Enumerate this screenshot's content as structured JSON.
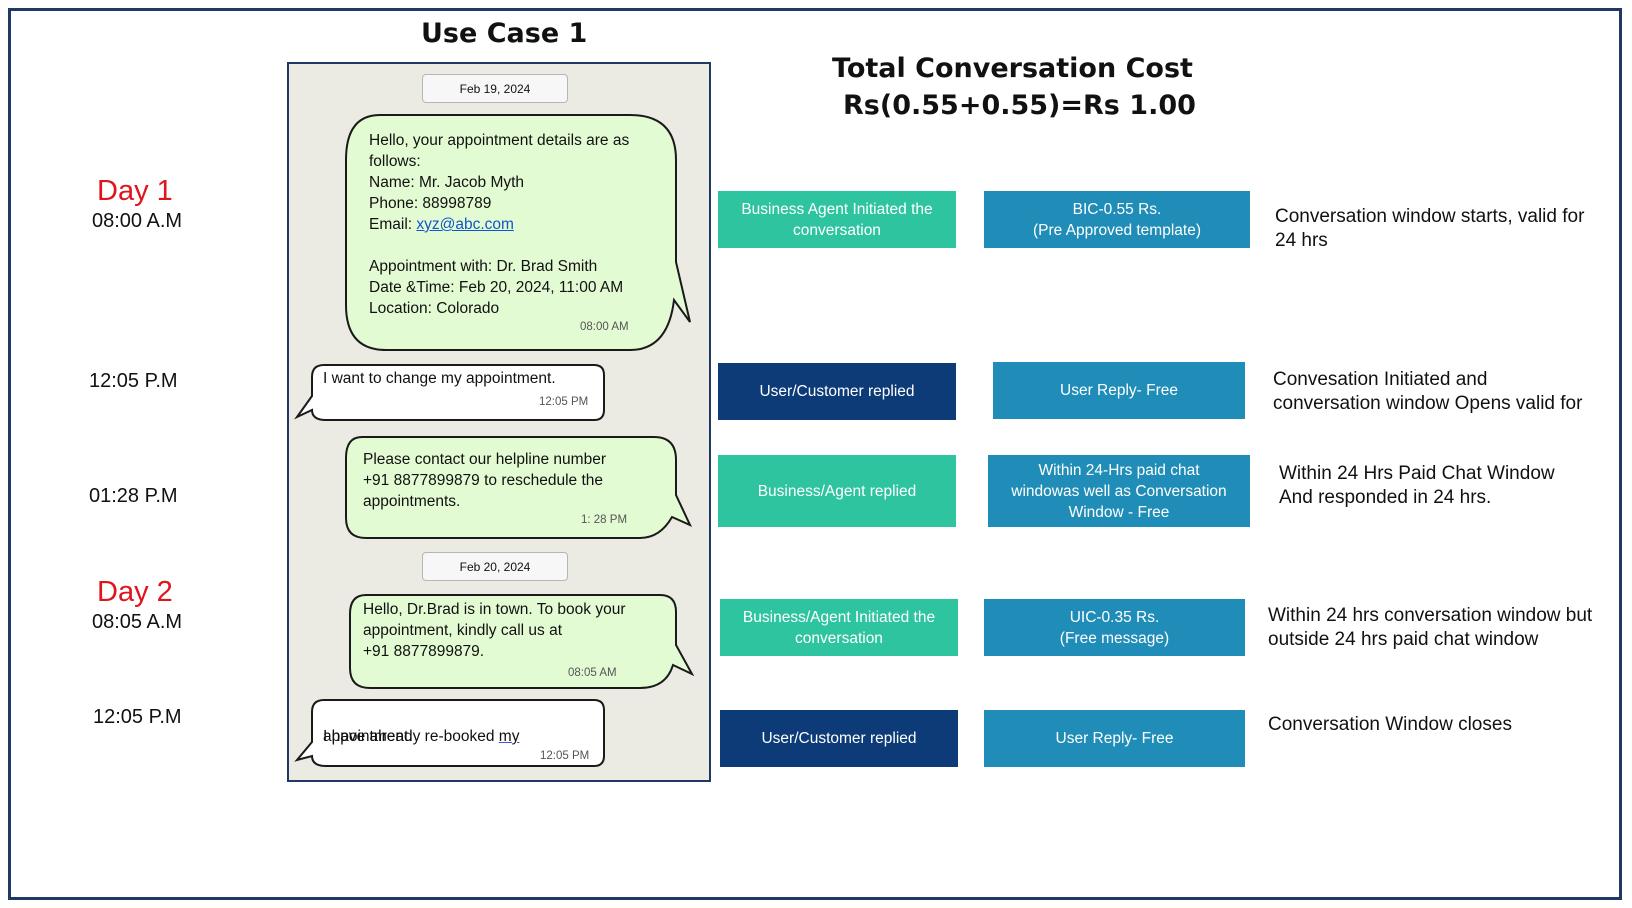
{
  "use_case_title": "Use Case 1",
  "total_cost": {
    "heading": "Total Conversation Cost",
    "formula": "Rs(0.55+0.55)=Rs 1.00"
  },
  "timeline": {
    "day1": {
      "label": "Day 1",
      "time": "08:00 A.M"
    },
    "t1205a": "12:05 P.M",
    "t0128": "01:28 P.M",
    "day2": {
      "label": "Day 2",
      "time": "08:05 A.M"
    },
    "t1205b": "12:05 P.M"
  },
  "chat": {
    "date1": "Feb 19, 2024",
    "date2": "Feb 20, 2024",
    "msg1": {
      "line1": "Hello, your appointment details are as",
      "line2": "follows:",
      "line3": "Name: Mr. Jacob Myth",
      "line4": "Phone: 88998789",
      "email_label": "Email: ",
      "email": "xyz@abc.com",
      "line6": "Appointment with: Dr. Brad Smith",
      "line7": "Date &Time: Feb 20, 2024, 11:00 AM",
      "line8": "Location: Colorado",
      "time": "08:00 AM"
    },
    "msg2": {
      "text": "I want to change my appointment.",
      "time": "12:05 PM"
    },
    "msg3": {
      "text": "Please contact our helpline number\n+91 8877899879 to reschedule the\nappointments.",
      "time": "1: 28 PM"
    },
    "msg4": {
      "text": "Hello, Dr.Brad is in town. To book your\nappointment, kindly call us at\n+91 8877899879.",
      "time": "08:05 AM"
    },
    "msg5": {
      "text_a": "I have already re-booked ",
      "text_b": "my",
      "text_c": "appointment.",
      "time": "12:05 PM"
    }
  },
  "rows": [
    {
      "actor": "Business Agent Initiated the\nconversation",
      "cost": "BIC-0.55 Rs.\n(Pre Approved template)",
      "note": "Conversation window starts, valid for\n 24 hrs"
    },
    {
      "actor": "User/Customer replied",
      "cost": "User Reply- Free",
      "note": "Convesation Initiated and\nconversation window Opens valid for"
    },
    {
      "actor": "Business/Agent replied",
      "cost": "Within 24-Hrs  paid chat\nwindowas well as Conversation\nWindow - Free",
      "note": "Within 24 Hrs Paid Chat Window\nAnd responded in 24 hrs."
    },
    {
      "actor": "Business/Agent Initiated the\nconversation",
      "cost": "UIC-0.35 Rs.\n(Free message)",
      "note": "Within 24 hrs conversation window but\noutside 24 hrs paid chat window"
    },
    {
      "actor": "User/Customer replied",
      "cost": "User Reply- Free",
      "note": "Conversation Window closes"
    }
  ],
  "colors": {
    "border": "#1f3864",
    "day_red": "#e0141b",
    "agent_green": "#2ec4a0",
    "customer_navy": "#0d3b78",
    "cost_blue": "#1f8db8",
    "bubble_green": "#e3fbd3",
    "phone_bg": "#ecebe3"
  }
}
